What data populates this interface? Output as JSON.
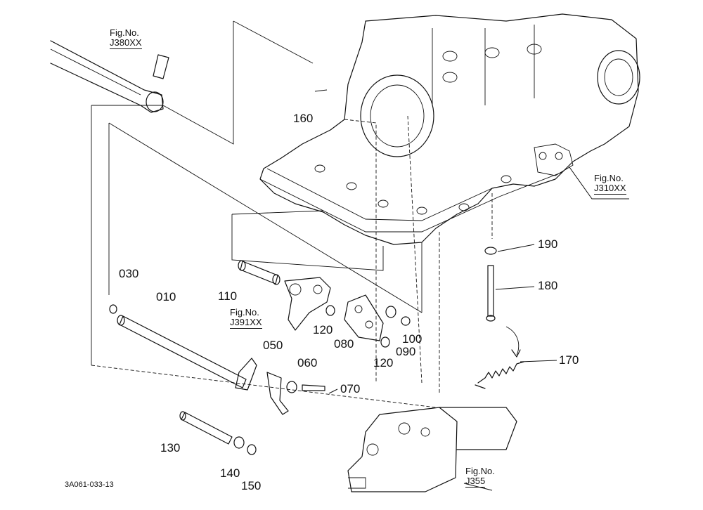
{
  "diagram": {
    "code": "3A061-033-13",
    "refs": [
      {
        "id": "ref-j380xx",
        "fig": "Fig.No.",
        "num": "J380XX"
      },
      {
        "id": "ref-j310xx",
        "fig": "Fig.No.",
        "num": "J310XX"
      },
      {
        "id": "ref-j391xx",
        "fig": "Fig.No.",
        "num": "J391XX"
      },
      {
        "id": "ref-j355",
        "fig": "Fig.No.",
        "num": "J355"
      }
    ],
    "parts": {
      "p010": "010",
      "p030": "030",
      "p050": "050",
      "p060": "060",
      "p070": "070",
      "p080": "080",
      "p090": "090",
      "p100": "100",
      "p110": "110",
      "p120a": "120",
      "p120b": "120",
      "p130": "130",
      "p140": "140",
      "p150": "150",
      "p160": "160",
      "p170": "170",
      "p180": "180",
      "p190": "190"
    }
  }
}
